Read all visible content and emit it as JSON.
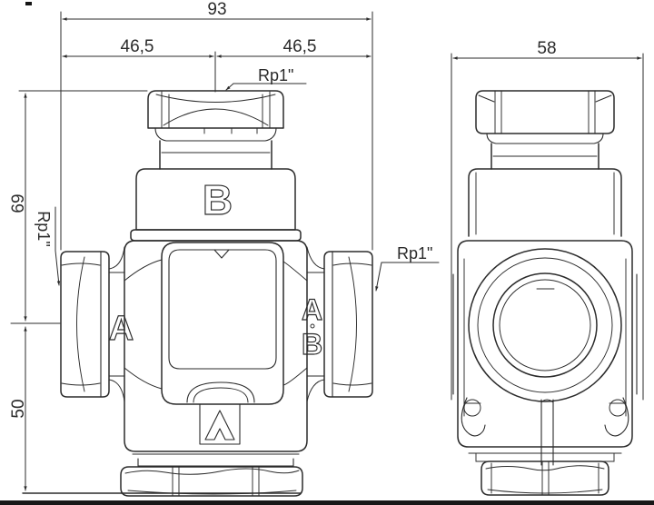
{
  "theme": {
    "line_color": "#2b2b2b",
    "background_color": "#ffffff",
    "bottom_bar_color": "#181818"
  },
  "drawing": {
    "type": "technical-orthographic-drawing",
    "subject": "3-way-valve",
    "views": {
      "front": {
        "dims": {
          "overall_width": "93",
          "left_half": "46,5",
          "right_half": "46,5",
          "upper_height": "69",
          "lower_height": "50"
        },
        "ports": {
          "top": "Rp1\"",
          "left": "Rp1\"",
          "right": "Rp1\""
        },
        "markings": {
          "top_port": "B",
          "left_body": "A",
          "right_body_top": "A",
          "right_body_bottom": "B"
        },
        "icons": {
          "brand_logo": "a-arrow-logo"
        }
      },
      "side": {
        "dims": {
          "depth": "58"
        }
      }
    }
  }
}
